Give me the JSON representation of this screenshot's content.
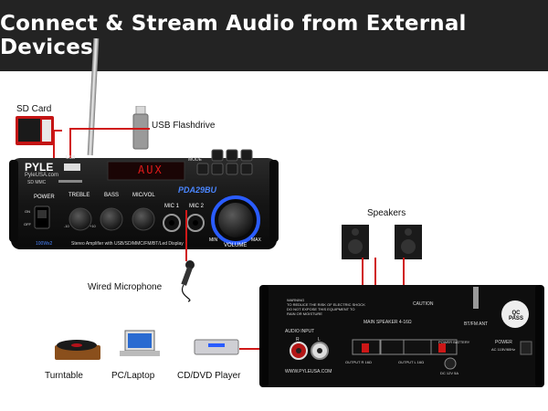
{
  "banner": {
    "title": "Connect & Stream Audio from External Devices",
    "bg": "#232323"
  },
  "callouts": {
    "sd_card": "SD Card",
    "usb_flashdrive": "USB Flashdrive",
    "speakers": "Speakers",
    "wired_microphone": "Wired Microphone",
    "turntable": "Turntable",
    "pc_laptop": "PC/Laptop",
    "cd_dvd_player": "CD/DVD Player"
  },
  "amp_front": {
    "brand": "PYLE",
    "site": "PyleUSA.com",
    "usb_label": "USB",
    "sd_label": "SD MMC",
    "display_text": "AUX",
    "mode_label": "MODE",
    "model": "PDA29BU",
    "power_label": "POWER",
    "on": "ON",
    "off": "OFF",
    "knobs": [
      "TREBLE",
      "BASS",
      "MIC/VOL"
    ],
    "knob_min": "-10",
    "knob_max": "+10",
    "mic1": "MIC 1",
    "mic2": "MIC 2",
    "volume": "VOLUME",
    "vol_min": "MIN",
    "vol_max": "MAX",
    "wattage": "100Wx2",
    "tagline": "Stereo Amplifier with USB/SD/MMC/FM/BT/Led Display"
  },
  "amp_rear": {
    "warning": "WARNING\nTO REDUCE THE RISK OF ELECTRIC SHOCK\nDO NOT EXPOSE THIS EQUIPMENT TO\nRAIN OR MOISTURE",
    "caution": "CAUTION",
    "main_speaker": "MAIN SPEAKER 4-16Ω",
    "bt_fm_ant": "BT/FM ANT",
    "qc_pass": "QC PASS",
    "audio_input": "AUDIO INPUT",
    "r": "R",
    "l": "L",
    "output_r": "OUTPUT R 16Ω",
    "output_l": "OUTPUT L 16Ω",
    "power_battery": "POWER BATTERY",
    "dc": "DC 12V 5A",
    "power": "POWER",
    "ac": "AC 115V/60Hz",
    "website": "WWW.PYLEUSA.COM"
  },
  "colors": {
    "wire": "#d01818",
    "led": "#e01a1a",
    "ring": "#2a5cff"
  }
}
